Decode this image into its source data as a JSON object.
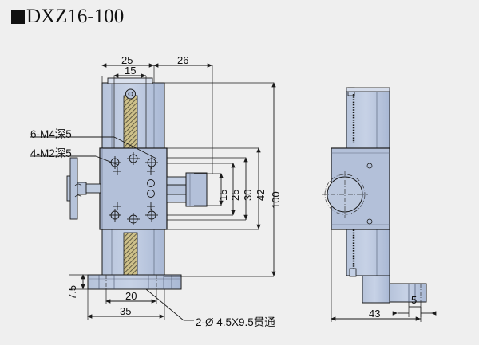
{
  "title": {
    "bullet": "filled-square",
    "text": "DXZ16-100"
  },
  "drawing": {
    "type": "engineering-drawing",
    "background_color": "#efefef",
    "part_fill_color": "#aebdd8",
    "part_fill_color_light": "#c3cfe4",
    "line_color": "#1a1a1a",
    "views": [
      {
        "name": "front-view",
        "label": ""
      },
      {
        "name": "side-view",
        "label": ""
      }
    ],
    "notes": [
      {
        "id": "note-6m4",
        "text": "6-M4深5"
      },
      {
        "id": "note-4m2",
        "text": "4-M2深5"
      },
      {
        "id": "note-holes",
        "text": "2-Ø 4.5X9.5贯通"
      }
    ],
    "dimensions": {
      "front_view": {
        "top": [
          {
            "id": "dim-25",
            "value": "25"
          },
          {
            "id": "dim-26",
            "value": "26"
          },
          {
            "id": "dim-15-top",
            "value": "15"
          }
        ],
        "right": [
          {
            "id": "dim-15-right",
            "value": "15"
          },
          {
            "id": "dim-25-right",
            "value": "25"
          },
          {
            "id": "dim-30",
            "value": "30"
          },
          {
            "id": "dim-42",
            "value": "42"
          },
          {
            "id": "dim-100",
            "value": "100"
          }
        ],
        "bottom": [
          {
            "id": "dim-20",
            "value": "20"
          },
          {
            "id": "dim-35",
            "value": "35"
          }
        ],
        "left": [
          {
            "id": "dim-7-5",
            "value": "7.5"
          }
        ]
      },
      "side_view": {
        "bottom": [
          {
            "id": "dim-5",
            "value": "5"
          },
          {
            "id": "dim-43",
            "value": "43"
          }
        ]
      }
    }
  }
}
